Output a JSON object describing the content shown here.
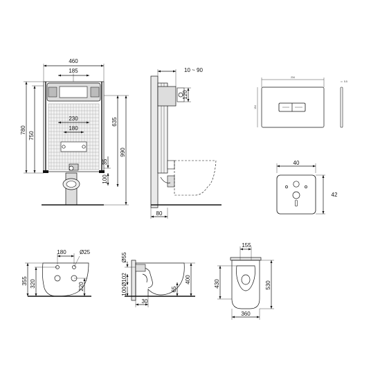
{
  "frame": {
    "width_label": "460",
    "center_label": "185",
    "height_total_label": "780",
    "height_inner_label": "750",
    "inner_width_label": "230",
    "pipe_spacing_label": "180",
    "height_635_label": "635",
    "height_990_label": "990",
    "offset_35_label": "35",
    "offset_100_label": "100"
  },
  "side": {
    "range_label": "10 ~ 90",
    "height_label": "120",
    "depth_label": "80"
  },
  "plate": {
    "width_label": "234",
    "height_label": "154",
    "thickness_label": "5.5"
  },
  "pad": {
    "width_label": "40",
    "height_label": "42"
  },
  "bowl_rear": {
    "spacing_label": "180",
    "diameter_label": "Ø25",
    "h355_label": "355",
    "h320_label": "320",
    "h220_label": "220"
  },
  "bowl_side": {
    "d55_label": "Ø55",
    "d102_label": "Ø102",
    "h100_label": "100",
    "h65_label": "65",
    "h400_label": "400",
    "w30_label": "30"
  },
  "bowl_top": {
    "w155_label": "155",
    "h430_label": "430",
    "h530_label": "530",
    "w360_label": "360"
  }
}
